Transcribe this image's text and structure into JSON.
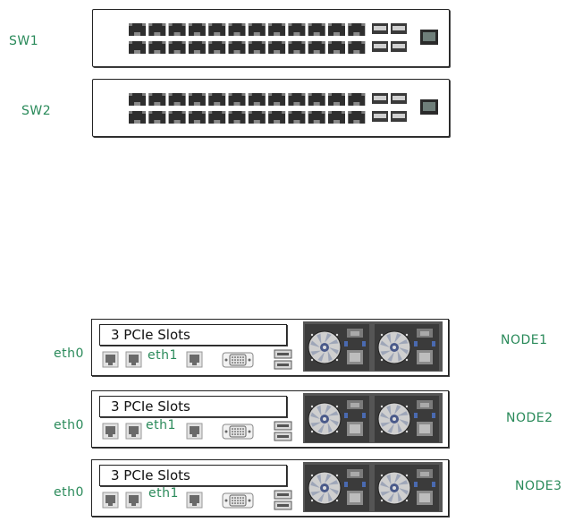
{
  "switches": [
    {
      "label": "SW1"
    },
    {
      "label": "SW2"
    }
  ],
  "nodes": [
    {
      "label": "NODE1",
      "slots_label": "3 PCIe Slots",
      "eth0_label": "eth0",
      "eth1_label": "eth1"
    },
    {
      "label": "NODE2",
      "slots_label": "3 PCIe Slots",
      "eth0_label": "eth0",
      "eth1_label": "eth1"
    },
    {
      "label": "NODE3",
      "slots_label": "3 PCIe Slots",
      "eth0_label": "eth0",
      "eth1_label": "eth1"
    }
  ],
  "colors": {
    "label_green": "#2a8a5a",
    "port_dark": "#2e2e2e",
    "sfp_dark": "#3a3a3a",
    "psu_gray": "#3b3b3b"
  }
}
